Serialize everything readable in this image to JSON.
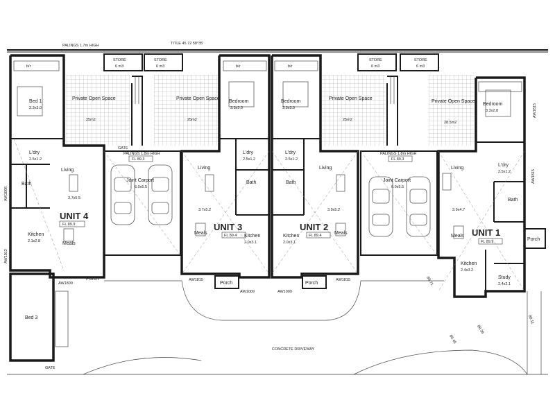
{
  "labels": {
    "title": "TITLE  45.72  58°35'",
    "palings_top": "PALINGS   1.7m  HIGH",
    "palings_mid_left": "PALINGS 1.8m HIGH",
    "palings_mid_right": "PALINGS 1.8m HIGH",
    "concrete_driveway": "CONCRETE DRIVEWAY",
    "gate": "GATE",
    "bir": "b/r"
  },
  "units": [
    {
      "name": "UNIT 4",
      "rooms": [
        "Bed 1",
        "L'dry",
        "Bath",
        "Living",
        "Kitchen",
        "Meals",
        "Porch"
      ],
      "fl": "FL 89.9",
      "dims": {
        "bed": "3.3x3.0",
        "living": "3.7x5.5",
        "kitchen": "2.1x2.8",
        "ldry": "2.5x1.2"
      }
    },
    {
      "name": "UNIT 3",
      "rooms": [
        "Bedroom",
        "L'dry",
        "Bath",
        "Living",
        "Meals",
        "Kitchen",
        "Porch"
      ],
      "fl": "FL 89.4",
      "dims": {
        "bed": "3.3x3.0",
        "living": "3.7x5.2",
        "kitchen": "2.0x3.1",
        "ldry": "2.5x1.2"
      }
    },
    {
      "name": "UNIT 2",
      "rooms": [
        "Bedroom",
        "L'dry",
        "Bath",
        "Living",
        "Meals",
        "Kitchen",
        "Porch"
      ],
      "fl": "FL 89.4",
      "dims": {
        "bed": "3.3x3.0",
        "living": "3.9x5.2",
        "kitchen": "2.0x3.1",
        "ldry": "2.5x1.2"
      }
    },
    {
      "name": "UNIT 1",
      "rooms": [
        "Bedroom",
        "L'dry",
        "Bath",
        "Living",
        "Meals",
        "Kitchen",
        "Study",
        "Porch"
      ],
      "fl": "FL 89.9",
      "dims": {
        "bed": "3.3x2.8",
        "living": "3.9x4.7",
        "kitchen": "2.4x3.2",
        "study": "2.4x2.1",
        "ldry": "2.5x1.2"
      }
    }
  ],
  "spaces": [
    {
      "name": "Private Open Space",
      "area": "25m2"
    },
    {
      "name": "Private Open Space",
      "area": "25m2"
    },
    {
      "name": "Private Open Space",
      "area": "25m2"
    },
    {
      "name": "Private Open Space",
      "area": "28.5m2"
    }
  ],
  "carports": [
    {
      "name": "Joint Carport",
      "size": "6.0x5.5",
      "fl": "FL 89.3"
    },
    {
      "name": "Joint Carport",
      "size": "6.0x5.5",
      "fl": "FL 89.3"
    }
  ],
  "stores": [
    {
      "name": "STORE",
      "area": "6 m3"
    },
    {
      "name": "STORE",
      "area": "6 m3"
    },
    {
      "name": "STORE",
      "area": "6 m3"
    },
    {
      "name": "STORE",
      "area": "6 m3"
    }
  ],
  "other": {
    "bed3": "Bed 3",
    "windows": [
      "AW1815",
      "AW1809",
      "AW1012",
      "AW1006",
      "AW1815",
      "AW1009",
      "AW1009",
      "AW1815",
      "AW1815"
    ],
    "levels": [
      "89.71",
      "88.36",
      "88.11",
      "86.45"
    ]
  }
}
